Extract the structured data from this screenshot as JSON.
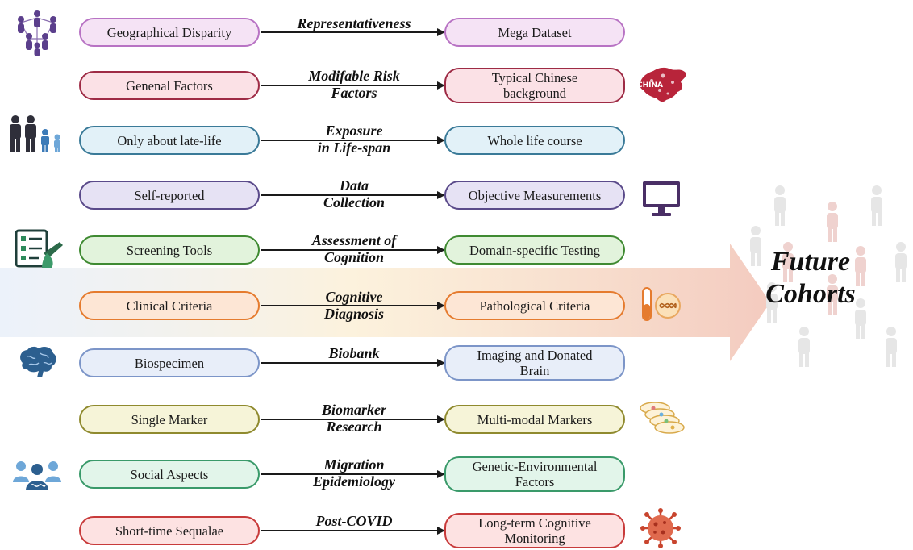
{
  "title": "Future\nCohorts",
  "rows": [
    {
      "left": "Geographical Disparity",
      "mid": "Representativeness",
      "right": "Mega Dataset",
      "fill": "#f5e3f5",
      "stroke": "#b873c4"
    },
    {
      "left": "Genenal Factors",
      "mid": "Modifable Risk\nFactors",
      "right": "Typical Chinese\nbackground",
      "fill": "#fbe1e6",
      "stroke": "#9e2b45"
    },
    {
      "left": "Only about late-life",
      "mid": "Exposure\nin Life-span",
      "right": "Whole life course",
      "fill": "#e2f1f8",
      "stroke": "#3a7a98"
    },
    {
      "left": "Self-reported",
      "mid": "Data\nCollection",
      "right": "Objective Measurements",
      "fill": "#e6e2f4",
      "stroke": "#5a4a8a"
    },
    {
      "left": "Screening Tools",
      "mid": "Assessment of\nCognition",
      "right": "Domain-specific Testing",
      "fill": "#e2f3dc",
      "stroke": "#3f8a32"
    },
    {
      "left": "Clinical Criteria",
      "mid": "Cognitive\nDiagnosis",
      "right": "Pathological Criteria",
      "fill": "#fde6d5",
      "stroke": "#e57b2e"
    },
    {
      "left": "Biospecimen",
      "mid": "Biobank",
      "right": "Imaging and Donated\nBrain",
      "fill": "#e8eef9",
      "stroke": "#7c95c8"
    },
    {
      "left": "Single Marker",
      "mid": "Biomarker\nResearch",
      "right": "Multi-modal Markers",
      "fill": "#f6f4d8",
      "stroke": "#8f8a2e"
    },
    {
      "left": "Social Aspects",
      "mid": "Migration\nEpidemiology",
      "right": "Genetic-Environmental\nFactors",
      "fill": "#e2f5ea",
      "stroke": "#3a9a6a"
    },
    {
      "left": "Short-time Sequalae",
      "mid": "Post-COVID",
      "right": "Long-term Cognitive\nMonitoring",
      "fill": "#fde2e2",
      "stroke": "#c83a3a"
    }
  ],
  "icons": {
    "row0": "people-network-icon",
    "row1": "china-map-icon",
    "row2": "family-icon",
    "row3": "monitor-icon",
    "row4": "checklist-icon",
    "row5": "test-tube-dna-icon",
    "row6": "brain-icon",
    "row7": "petri-dish-icon",
    "row8": "people-dna-icon",
    "row9": "virus-icon",
    "background": "people-crowd-icon"
  },
  "colors": {
    "band_start": "#dde8f7",
    "band_mid": "#fbeed2",
    "band_end": "#f3c8bc"
  }
}
